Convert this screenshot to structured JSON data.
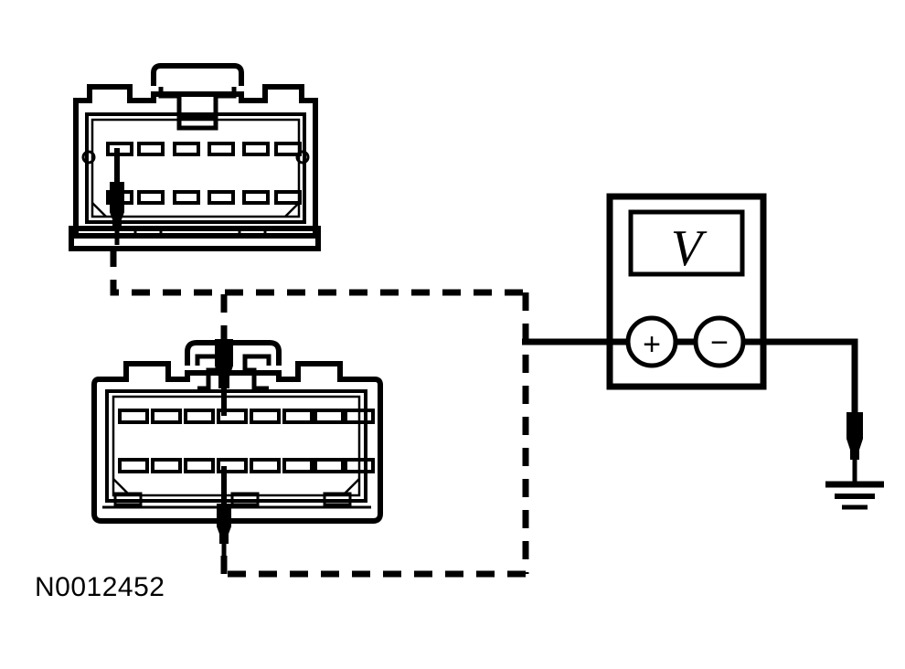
{
  "figure": {
    "id_label": "N0012452",
    "background_color": "#ffffff",
    "line_color": "#000000",
    "type": "automotive-wiring-test-diagram",
    "description": "Voltmeter connected across two harness connectors with ground"
  },
  "meter": {
    "name": "digital multimeter",
    "display_value": "V",
    "display_meaning": "voltage measurement mode",
    "terminals": [
      {
        "name": "positive-terminal",
        "symbol": "+"
      },
      {
        "name": "negative-terminal",
        "symbol": "−"
      }
    ]
  },
  "connectors": [
    {
      "name": "upper-connector",
      "position": "top-left",
      "pin_rows": [
        {
          "row": "top",
          "pin_count": 6
        },
        {
          "row": "bottom",
          "pin_count": 6
        }
      ],
      "probe_pin": {
        "row": "bottom",
        "index": 1
      },
      "probe_name": "test-probe-upper"
    },
    {
      "name": "lower-connector",
      "position": "middle-left",
      "pin_rows": [
        {
          "row": "top",
          "pin_count": 8
        },
        {
          "row": "bottom",
          "pin_count": 8
        }
      ],
      "probe_pins": [
        {
          "row": "top",
          "index": 4
        },
        {
          "row": "bottom",
          "index": 4
        }
      ],
      "probe_names": [
        "test-probe-lower-top",
        "test-probe-lower-bottom"
      ]
    }
  ],
  "ground": {
    "name": "chassis-ground",
    "symbol": "earth-ground",
    "bar_count": 3
  },
  "wiring": {
    "dashed_leads": [
      "upper-connector to meter positive junction",
      "lower-connector top probe to meter positive junction",
      "lower-connector bottom probe to meter positive junction"
    ],
    "solid_leads": [
      "junction to meter positive terminal",
      "meter negative terminal to chassis ground"
    ]
  }
}
